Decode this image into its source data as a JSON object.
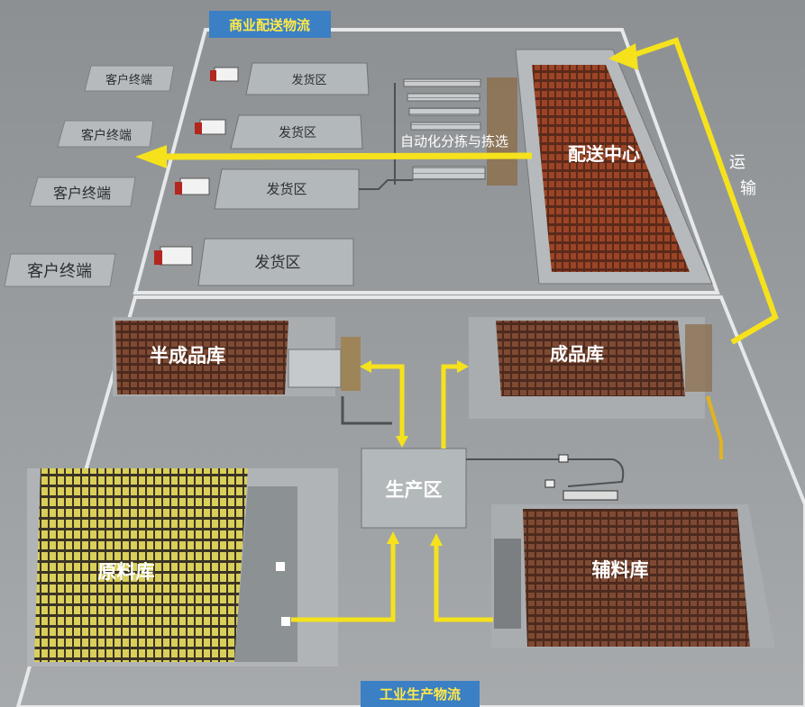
{
  "commercial_logistics": {
    "title": "商业配送物流",
    "customer_terminal_labels": [
      "客户终端",
      "客户终端",
      "客户终端",
      "客户终端"
    ],
    "shipping_zone_labels": [
      "发货区",
      "发货区",
      "发货区",
      "发货区"
    ],
    "sorting_label": "自动化分拣与拣选",
    "distribution_center_label": "配送中心",
    "transport_label": "运输"
  },
  "industrial_logistics": {
    "title": "工业生产物流",
    "semi_finished_warehouse_label": "半成品库",
    "finished_goods_warehouse_label": "成品库",
    "production_area_label": "生产区",
    "raw_material_warehouse_label": "原料库",
    "auxiliary_material_warehouse_label": "辅料库"
  },
  "colors": {
    "title_badge_bg": "#3b7fc4",
    "title_badge_text": "#ffe84a",
    "arrow": "#f5e21c",
    "floor": "#9a9d9f",
    "zone_panel": "#b3b8bb",
    "rack_red": "#8a3a22",
    "rack_yellow": "#d9cf5a"
  }
}
